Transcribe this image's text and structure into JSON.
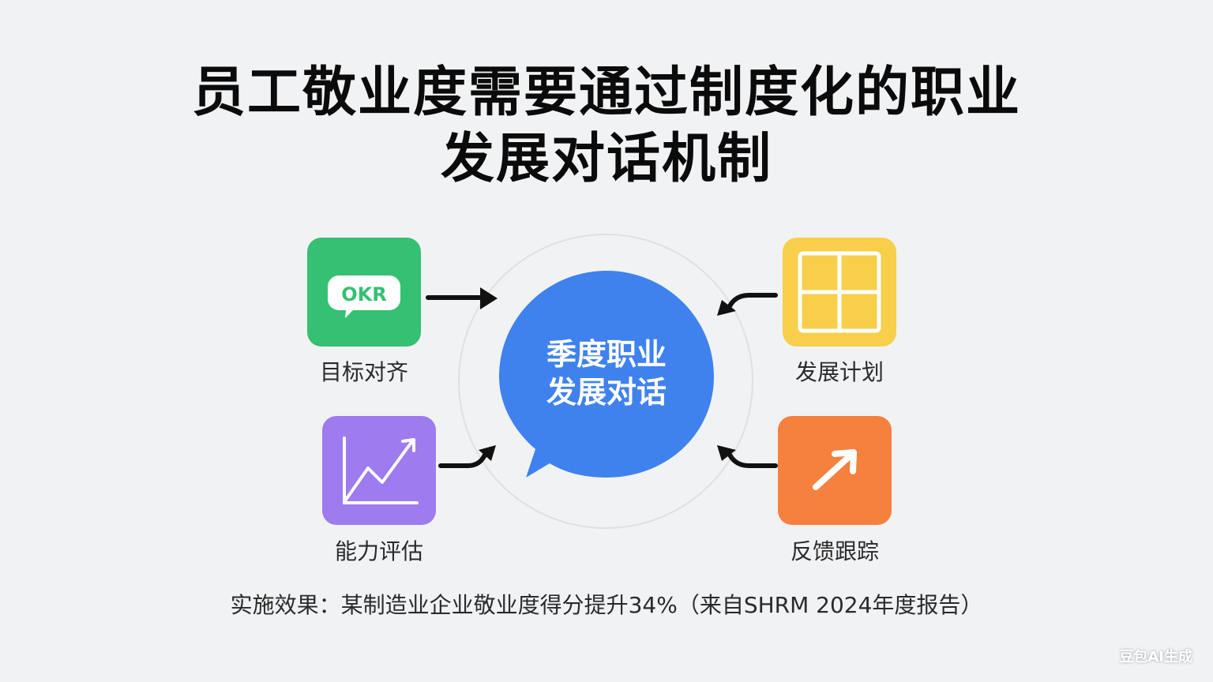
{
  "title": {
    "line1": "员工敬业度需要通过制度化的职业",
    "line2": "发展对话机制"
  },
  "center": {
    "line1": "季度职业",
    "line2": "发展对话",
    "color": "#3f82ee"
  },
  "nodes": [
    {
      "id": "okr",
      "label": "目标对齐",
      "badge": "OKR",
      "color": "#35c073",
      "icon": "okr-chat-icon"
    },
    {
      "id": "plan",
      "label": "发展计划",
      "color": "#f7cf4a",
      "icon": "grid-icon"
    },
    {
      "id": "assess",
      "label": "能力评估",
      "color": "#9e7bef",
      "icon": "line-chart-icon"
    },
    {
      "id": "feedback",
      "label": "反馈跟踪",
      "color": "#f6803e",
      "icon": "trend-arrow-icon"
    }
  ],
  "footer": "实施效果：某制造业企业敬业度得分提升34%（来自SHRM 2024年度报告）",
  "watermark": "豆包AI生成"
}
